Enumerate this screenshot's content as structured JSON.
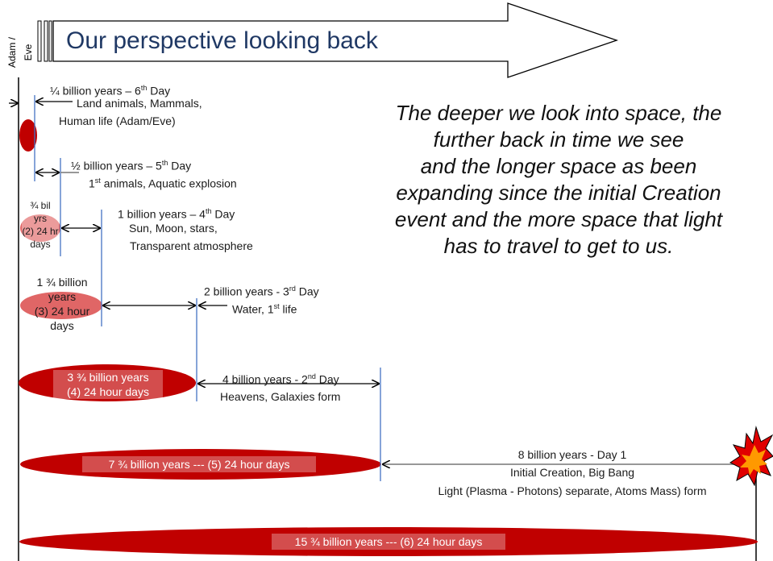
{
  "title": "Our perspective looking back",
  "side_label": "Adam / Eve",
  "statement": "The deeper we look into space, the further back in time we see and the longer space as been expanding since the initial Creation event and the more space that light has to travel to get to us.",
  "statement_lines": [
    "The deeper we look into space, the",
    "further back in time we see",
    "and the longer space as been",
    "expanding since the initial Creation",
    "event and the more space that light",
    "has to travel to get to us."
  ],
  "days": [
    {
      "line1": "¼ billion years – 6",
      "sup": "th",
      "line1_end": " Day",
      "line2": "Land animals, Mammals,",
      "line3": "Human life (Adam/Eve)"
    },
    {
      "line1": "½ billion years – 5",
      "sup": "th",
      "line1_end": " Day",
      "line2_pre": "1",
      "line2_sup": "st",
      "line2": " animals, Aquatic explosion"
    },
    {
      "line1": "1 billion years – 4",
      "sup": "th",
      "line1_end": " Day",
      "line2": "Sun, Moon, stars,",
      "line3": "Transparent atmosphere"
    },
    {
      "line1": "2 billion years - 3",
      "sup": "rd",
      "line1_end": " Day",
      "line2_pre": "Water, 1",
      "line2_sup": "st",
      "line2": " life"
    },
    {
      "line1": "4 billion years - 2",
      "sup": "nd",
      "line1_end": " Day",
      "line2": "Heavens, Galaxies form"
    },
    {
      "line1": "8 billion years - Day 1",
      "line2": "Initial Creation,  Big Bang",
      "line3": "Light (Plasma - Photons) separate,  Atoms Mass) form"
    }
  ],
  "ellipse_labels": {
    "e2": [
      "¾ bil",
      "yrs",
      "(2) 24 hr",
      "days"
    ],
    "e3": [
      "1 ¾ billion",
      "years",
      "(3) 24 hour",
      "days"
    ],
    "e4": [
      "3 ¾ billion years",
      "(4) 24 hour days"
    ],
    "e5": "7 ¾ billion years --- (5) 24 hour days",
    "e6": "15 ¾ billion years --- (6) 24 hour days"
  },
  "colors": {
    "dark_red": "#c00000",
    "light_red": "#e06666",
    "title_blue": "#1f3864",
    "marker_blue": "#4472c4",
    "burst_red": "#e00000",
    "burst_orange": "#ff9900"
  }
}
